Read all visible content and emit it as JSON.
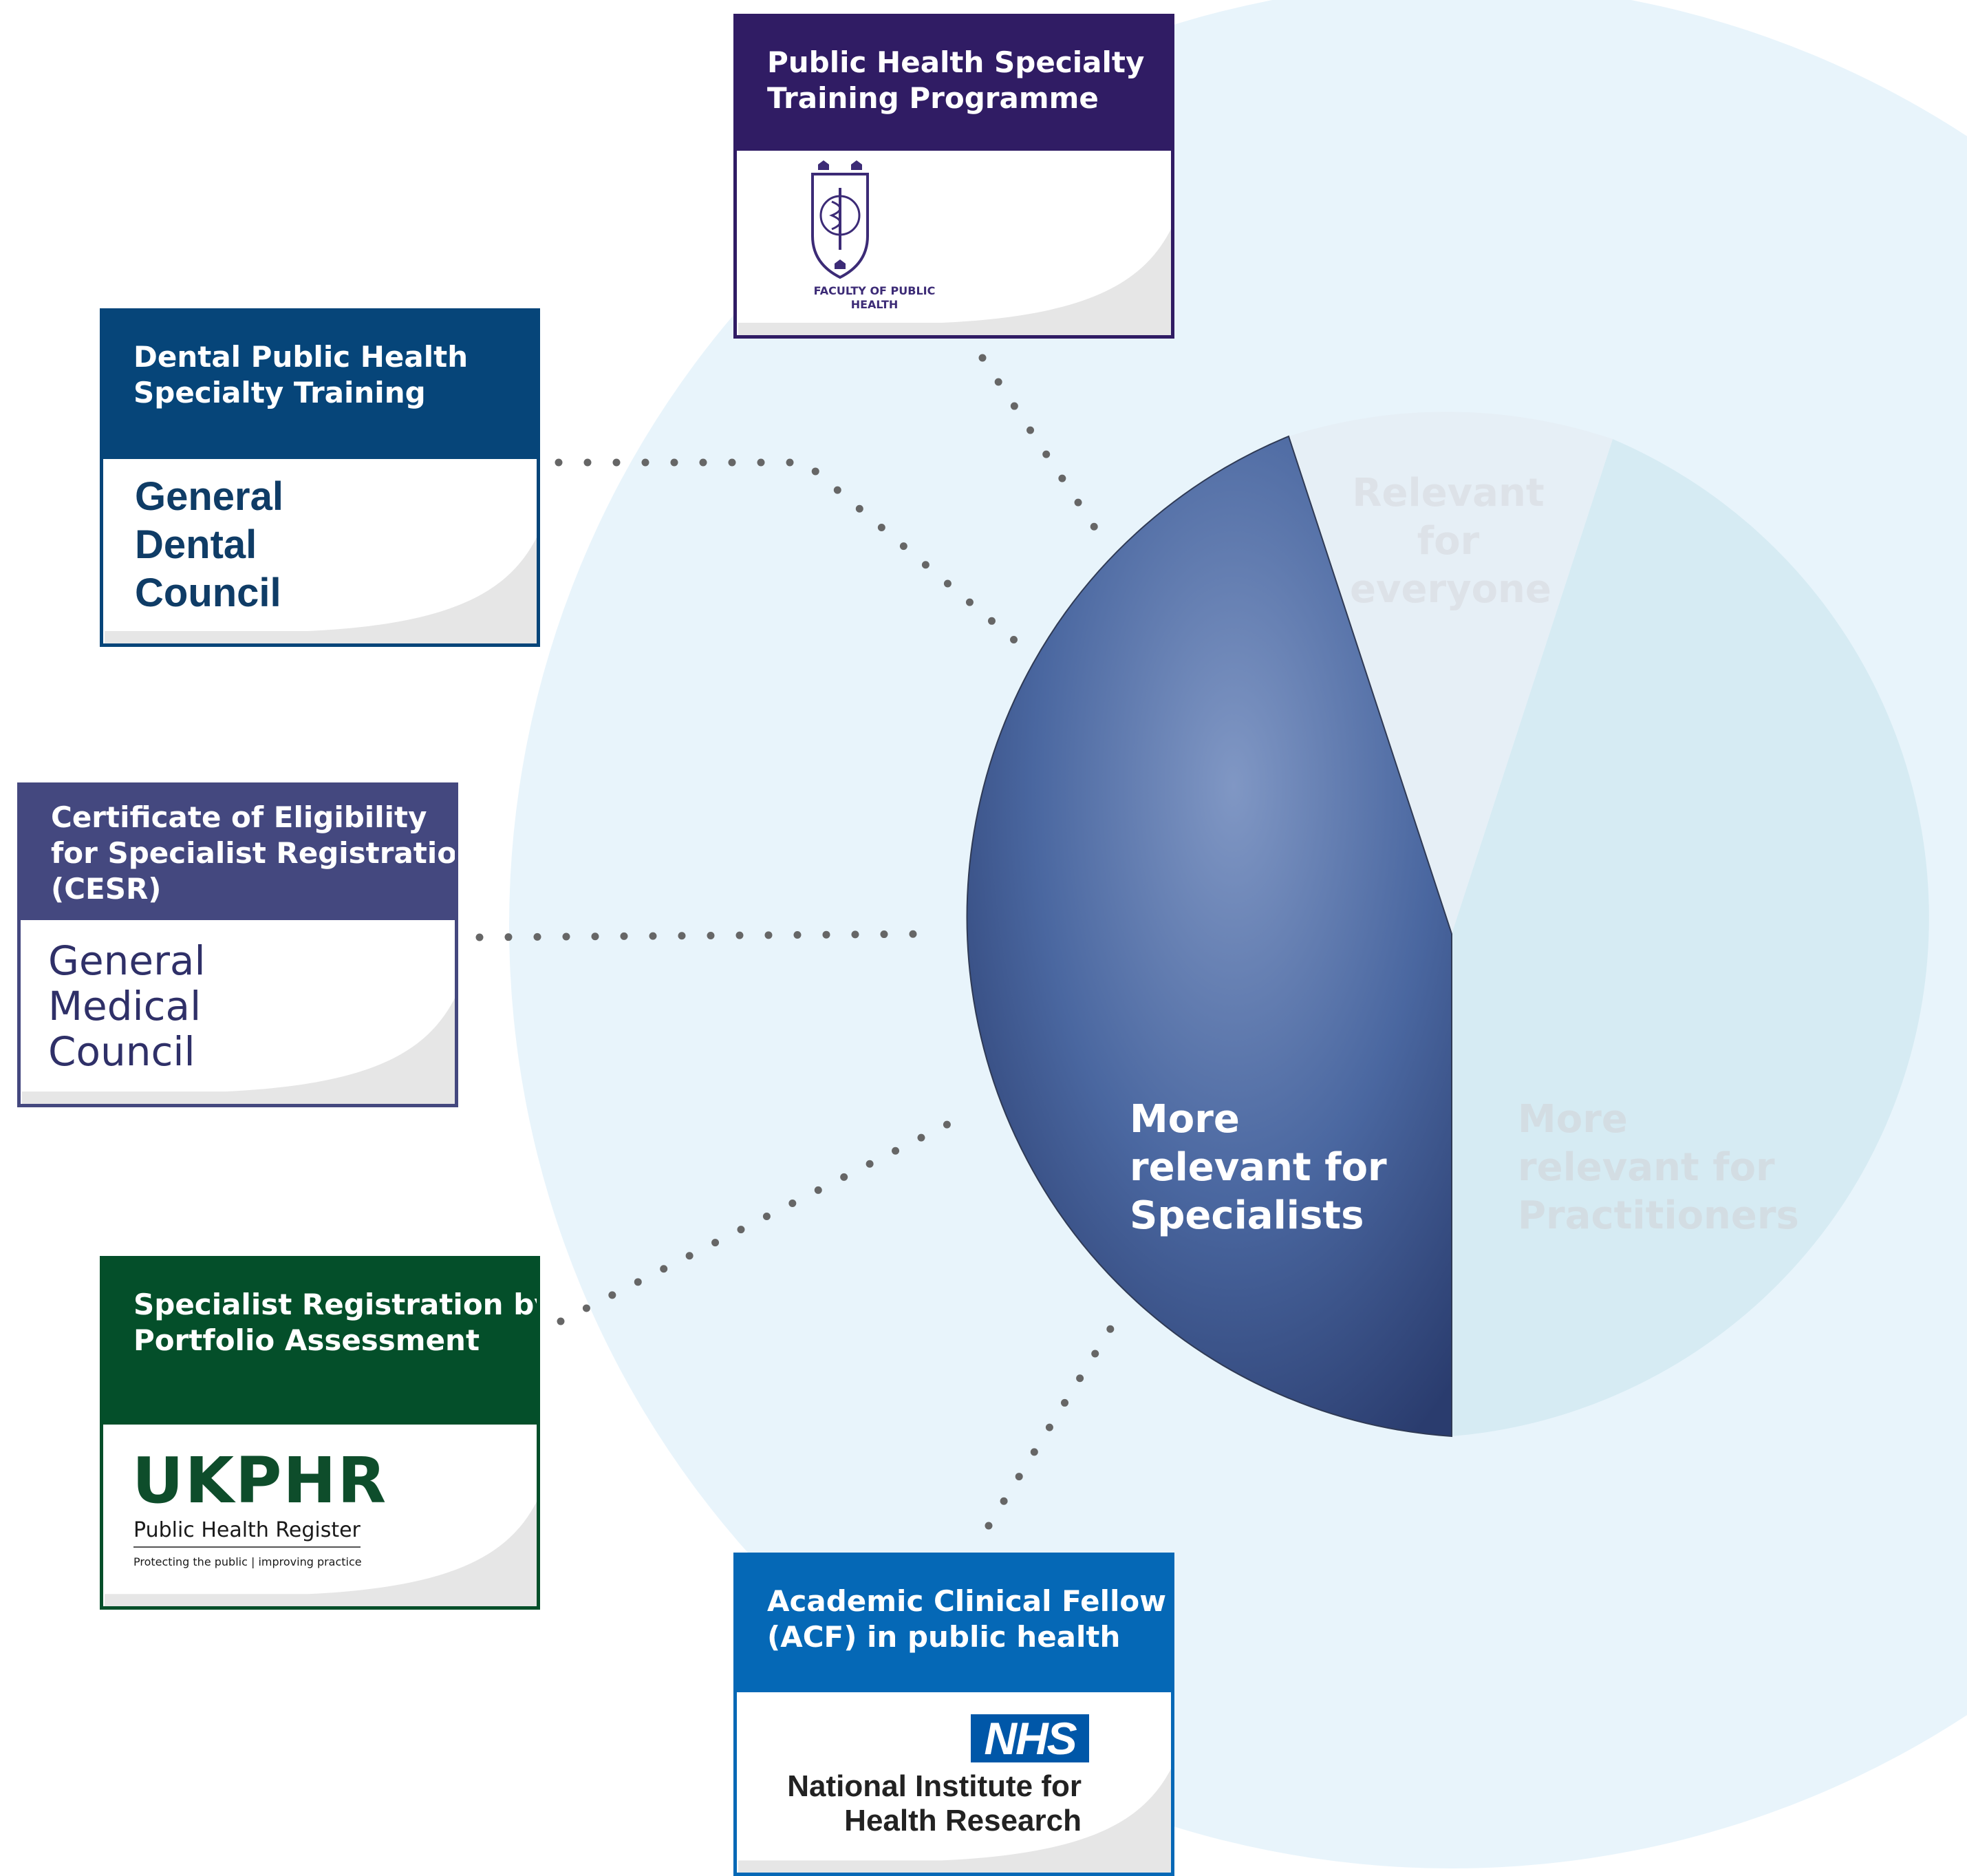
{
  "colors": {
    "halo": "#e8f4fb",
    "specialists_segment": "#4e6aa0",
    "practitioners_segment": "#d6ebf3",
    "everyone_segment": "#e6eff6",
    "connector_dots": "#666666"
  },
  "segments": {
    "specialists": "More relevant for Specialists",
    "practitioners": "More relevant for Practitioners",
    "everyone": "Relevant for everyone"
  },
  "segment_lines": {
    "specialists": [
      "More",
      "relevant for",
      "Specialists"
    ],
    "practitioners": [
      "More",
      "relevant for",
      "Practitioners"
    ],
    "everyone": [
      "Relevant",
      "for",
      "everyone"
    ]
  },
  "cards": {
    "fph": {
      "title_lines": [
        "Public Health Specialty",
        "Training Programme"
      ],
      "logo_text": "FACULTY OF PUBLIC HEALTH",
      "logo_icon": "faculty-crest-icon",
      "color": "#301c64"
    },
    "gdc": {
      "title_lines": [
        "Dental Public Health",
        "Specialty Training"
      ],
      "logo_lines": [
        "General",
        "Dental",
        "Council"
      ],
      "color": "#064579"
    },
    "gmc": {
      "title_lines": [
        "Certificate of Eligibility",
        "for Specialist Registration",
        "(CESR)"
      ],
      "logo_lines": [
        "General",
        "Medical",
        "Council"
      ],
      "color": "#44487f"
    },
    "ukphr": {
      "title_lines": [
        "Specialist Registration by",
        "Portfolio Assessment"
      ],
      "logo_main": "UKPHR",
      "logo_sub": "Public Health Register",
      "logo_tagline": "Protecting the public | improving practice",
      "color": "#044f2a"
    },
    "nihr": {
      "title_lines": [
        "Academic Clinical Fellow",
        "(ACF) in public health"
      ],
      "logo_badge": "NHS",
      "logo_lines": [
        "National Institute for",
        "Health Research"
      ],
      "color": "#0568b6"
    }
  }
}
